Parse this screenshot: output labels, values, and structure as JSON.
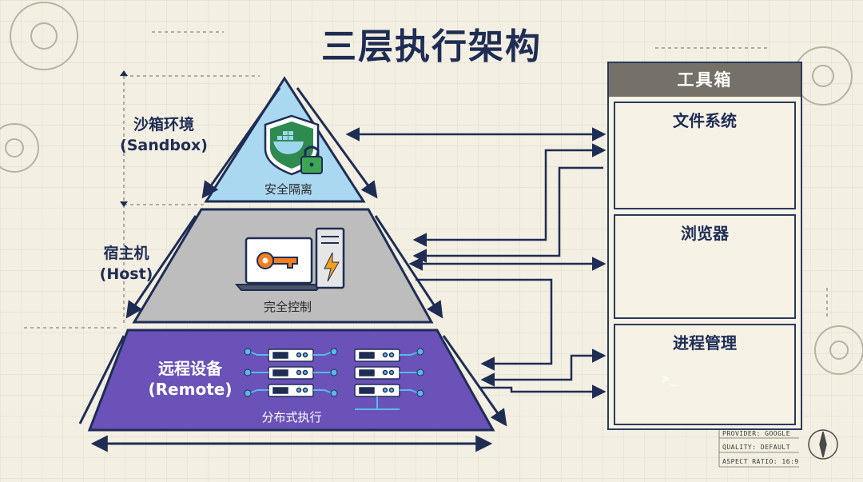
{
  "title": "三层执行架构",
  "tiers": [
    {
      "name": "沙箱环境",
      "subname": "(Sandbox)",
      "caption": "安全隔离",
      "color": "#a9d8f0"
    },
    {
      "name": "宿主机",
      "subname": "(Host)",
      "caption": "完全控制",
      "color": "#bdbdbd"
    },
    {
      "name": "远程设备",
      "subname": "(Remote)",
      "caption": "分布式执行",
      "color": "#6a52b8"
    }
  ],
  "toolbox": {
    "title": "工具箱",
    "panels": [
      {
        "title": "文件系统"
      },
      {
        "title": "浏览器"
      },
      {
        "title": "进程管理"
      }
    ]
  },
  "terminal_prompt": ">_",
  "meta": {
    "provider": "PROVIDER: GOOGLE",
    "quality": "QUALITY: DEFAULT",
    "aspect": "ASPECT RATIO: 16:9"
  }
}
